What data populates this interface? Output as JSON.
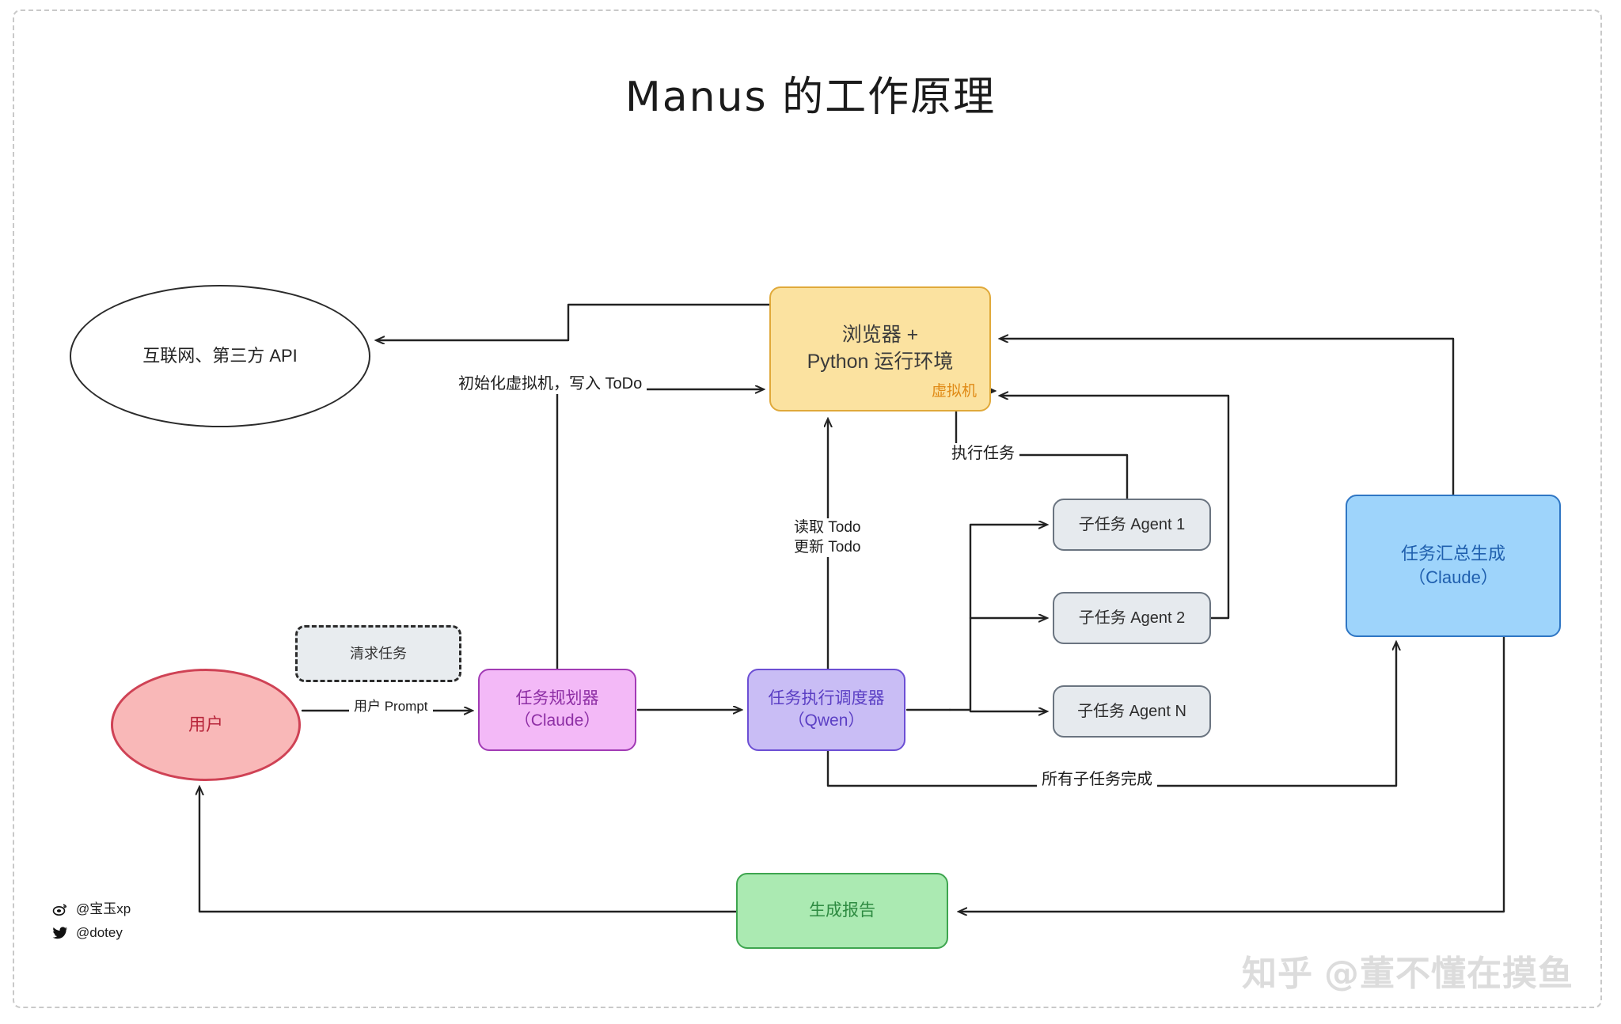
{
  "title": "Manus 的工作原理",
  "nodes": {
    "internet": {
      "label": "互联网、第三方 API"
    },
    "vm": {
      "line1": "浏览器 +",
      "line2": "Python 运行环境",
      "tag": "虚拟机"
    },
    "user": {
      "label": "用户"
    },
    "request": {
      "label": "清求任务"
    },
    "planner": {
      "line1": "任务规划器",
      "line2": "（Claude）"
    },
    "scheduler": {
      "line1": "任务执行调度器",
      "line2": "（Qwen）"
    },
    "summary": {
      "line1": "任务汇总生成",
      "line2": "（Claude）"
    },
    "report": {
      "label": "生成报告"
    },
    "agents": [
      {
        "label": "子任务 Agent 1"
      },
      {
        "label": "子任务 Agent 2"
      },
      {
        "label": "子任务 Agent N"
      }
    ]
  },
  "edge_labels": {
    "init_vm": "初始化虚拟机，写入 ToDo",
    "todo_read": "读取 Todo",
    "todo_update": "更新 Todo",
    "exec_task": "执行任务",
    "user_prompt": "用户 Prompt",
    "all_subtasks_done": "所有子任务完成"
  },
  "credits": {
    "weibo_icon": "weibo-icon",
    "weibo": "@宝玉xp",
    "twitter_icon": "twitter-icon",
    "twitter": "@dotey"
  },
  "watermark": {
    "brand": "知乎",
    "handle": "@董不懂在摸鱼"
  },
  "colors": {
    "vm_fill": "#fbe2a0",
    "vm_stroke": "#e0a93a",
    "vm_tag": "#e08a16",
    "user_fill": "#f9b8b8",
    "user_stroke": "#cf4255",
    "planner_fill": "#f3b9f7",
    "planner_stroke": "#a23bb5",
    "scheduler_fill": "#c9bdf5",
    "scheduler_stroke": "#6c4fd4",
    "summary_fill": "#9ed4fb",
    "summary_stroke": "#2f76c4",
    "report_fill": "#abeab2",
    "report_stroke": "#3ea54f",
    "agent_fill": "#e6eaee",
    "agent_stroke": "#6a7480",
    "wire": "#222222"
  }
}
